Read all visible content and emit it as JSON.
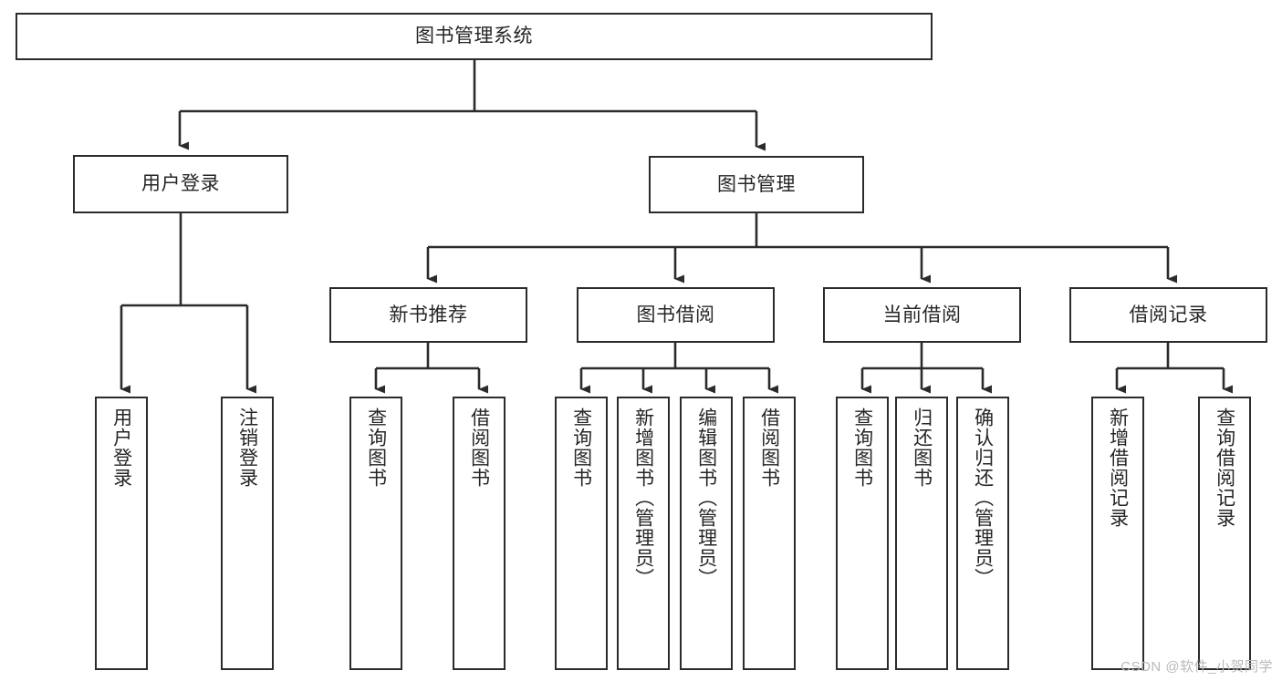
{
  "diagram": {
    "title": "图书管理系统",
    "type": "tree-hierarchy",
    "watermark": "CSDN @软件_小贺同学",
    "colors": {
      "box_border": "#2b2b2b",
      "box_fill": "#ffffff",
      "text": "#262626",
      "edge": "#2b2b2b",
      "watermark": "#b9b9b9",
      "background": "#ffffff"
    },
    "nodes": {
      "root": {
        "label": "图书管理系统"
      },
      "level1": [
        {
          "label": "用户登录"
        },
        {
          "label": "图书管理"
        }
      ],
      "level2": [
        {
          "label": "新书推荐"
        },
        {
          "label": "图书借阅"
        },
        {
          "label": "当前借阅"
        },
        {
          "label": "借阅记录"
        }
      ],
      "leaves": {
        "user_login": [
          {
            "label": "用户登录"
          },
          {
            "label": "注销登录"
          }
        ],
        "new_book_recommend": [
          {
            "label": "查询图书"
          },
          {
            "label": "借阅图书"
          }
        ],
        "book_borrow": [
          {
            "label": "查询图书"
          },
          {
            "label": "新增图书（管理员）"
          },
          {
            "label": "编辑图书（管理员）"
          },
          {
            "label": "借阅图书"
          }
        ],
        "current_borrow": [
          {
            "label": "查询图书"
          },
          {
            "label": "归还图书"
          },
          {
            "label": "确认归还（管理员）"
          }
        ],
        "borrow_record": [
          {
            "label": "新增借阅记录"
          },
          {
            "label": "查询借阅记录"
          }
        ]
      }
    }
  }
}
